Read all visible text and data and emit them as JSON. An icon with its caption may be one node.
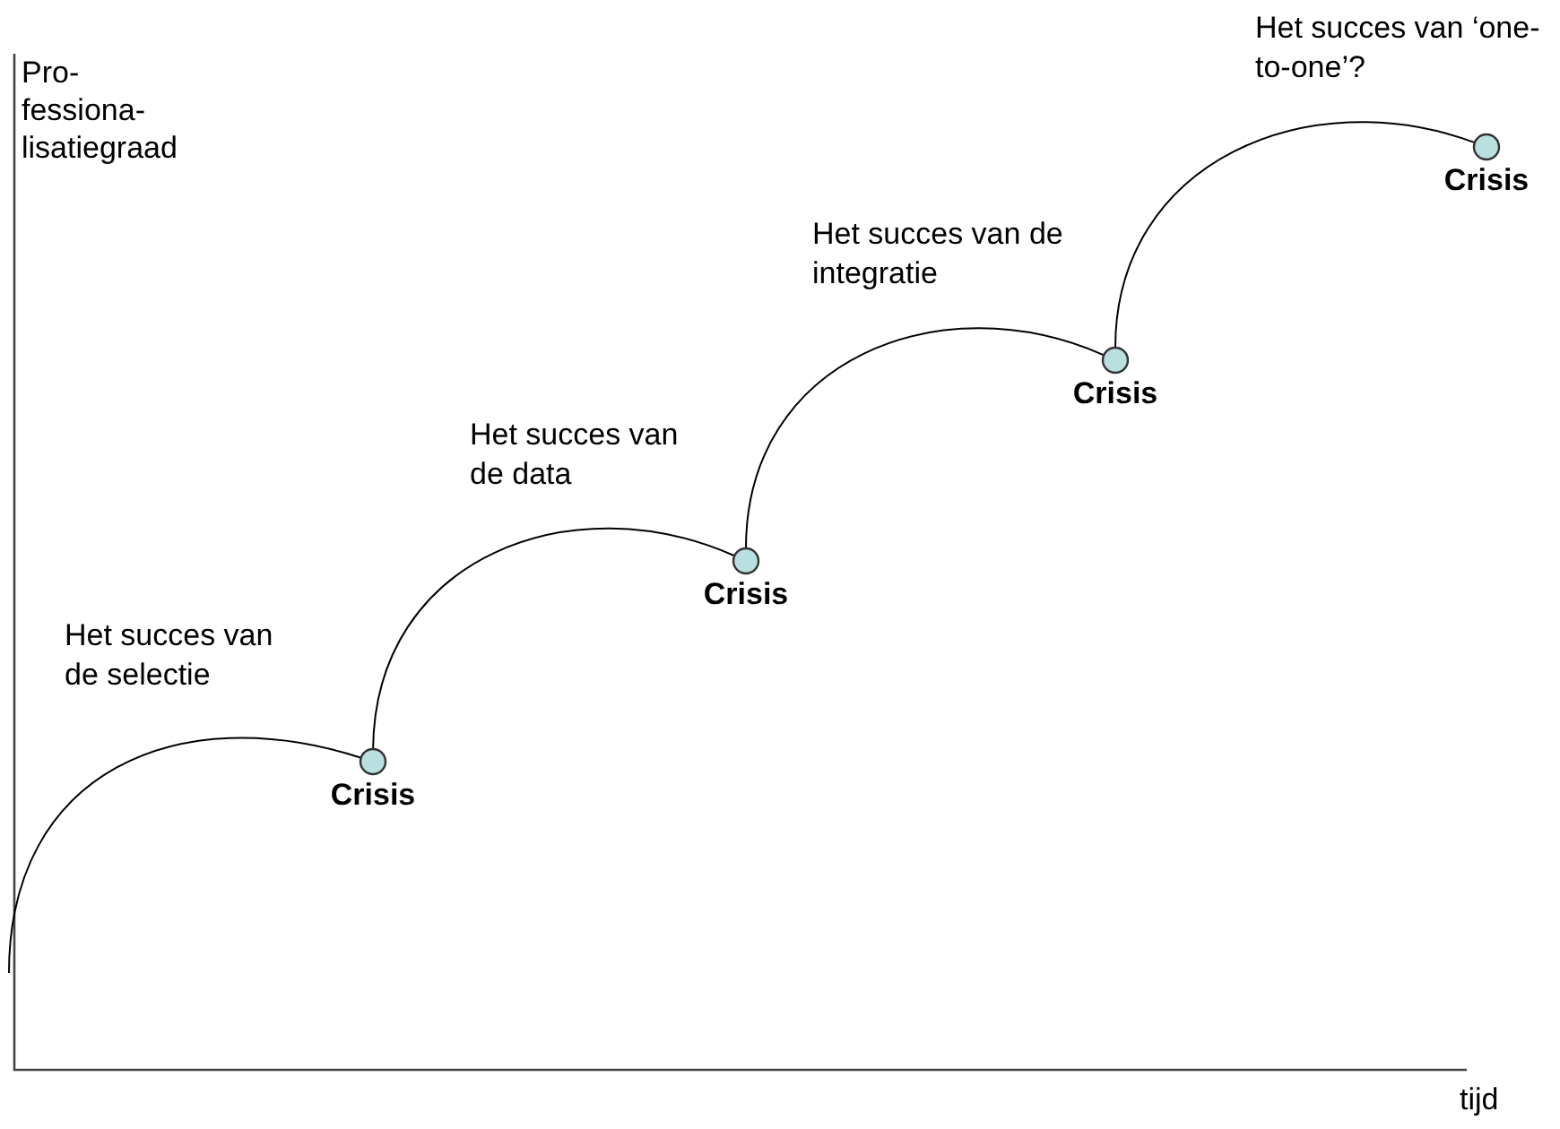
{
  "diagram": {
    "nodes": [
      {
        "text": [
          "Crisis"
        ]
      },
      {
        "text": [
          "Crisis"
        ]
      },
      {
        "text": [
          "Crisis"
        ]
      },
      {
        "text": [
          "Crisis"
        ]
      }
    ],
    "edges": [
      {
        "from": null,
        "to": 0,
        "arrow": "none",
        "label": "Het succes van de selectie"
      },
      {
        "from": 0,
        "to": 1,
        "arrow": "none",
        "label": "Het succes van de data"
      },
      {
        "from": 1,
        "to": 2,
        "arrow": "none",
        "label": "Het succes van de integratie"
      },
      {
        "from": 2,
        "to": 3,
        "arrow": "none",
        "label": "Het succes van ‘one-to-one’?"
      }
    ],
    "labels": [
      "Pro- fessiona- lisatiegraad",
      "tijd"
    ]
  }
}
